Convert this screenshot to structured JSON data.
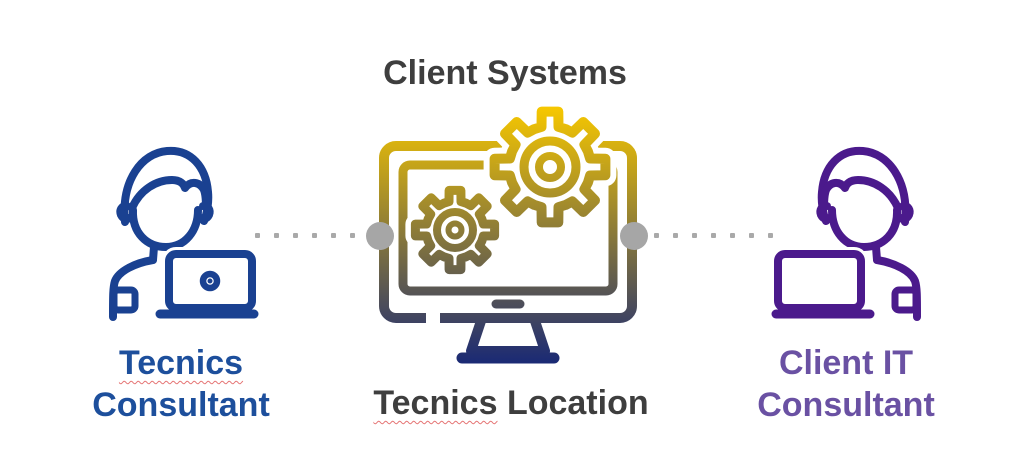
{
  "page": {
    "background": "#ffffff"
  },
  "title": {
    "text": "Client Systems",
    "color": "#3e3e3e"
  },
  "diagram": {
    "left_node": {
      "icon": "consultant-at-laptop",
      "icon_color": "#1a4191",
      "label_line1": "Tecnics",
      "label_line2": "Consultant",
      "label_color": "#1d4f9c"
    },
    "center_node": {
      "icon": "monitor-with-gears",
      "gradient_top": "#f6c700",
      "gradient_bottom": "#1b2a74",
      "label_word": "Tecnics",
      "label_rest": "Location",
      "label_color": "#3e3e3e"
    },
    "right_node": {
      "icon": "consultant-at-laptop",
      "icon_color": "#4b1a8c",
      "label_line1": "Client IT",
      "label_line2": "Consultant",
      "label_color": "#6a51a3"
    },
    "connectors": {
      "dot_color": "#a9a9a9",
      "endpoint_color": "#a6a6a6",
      "left_dot_count": 6,
      "right_dot_count": 7
    },
    "spellcheck_underline_color": "#e57373"
  }
}
